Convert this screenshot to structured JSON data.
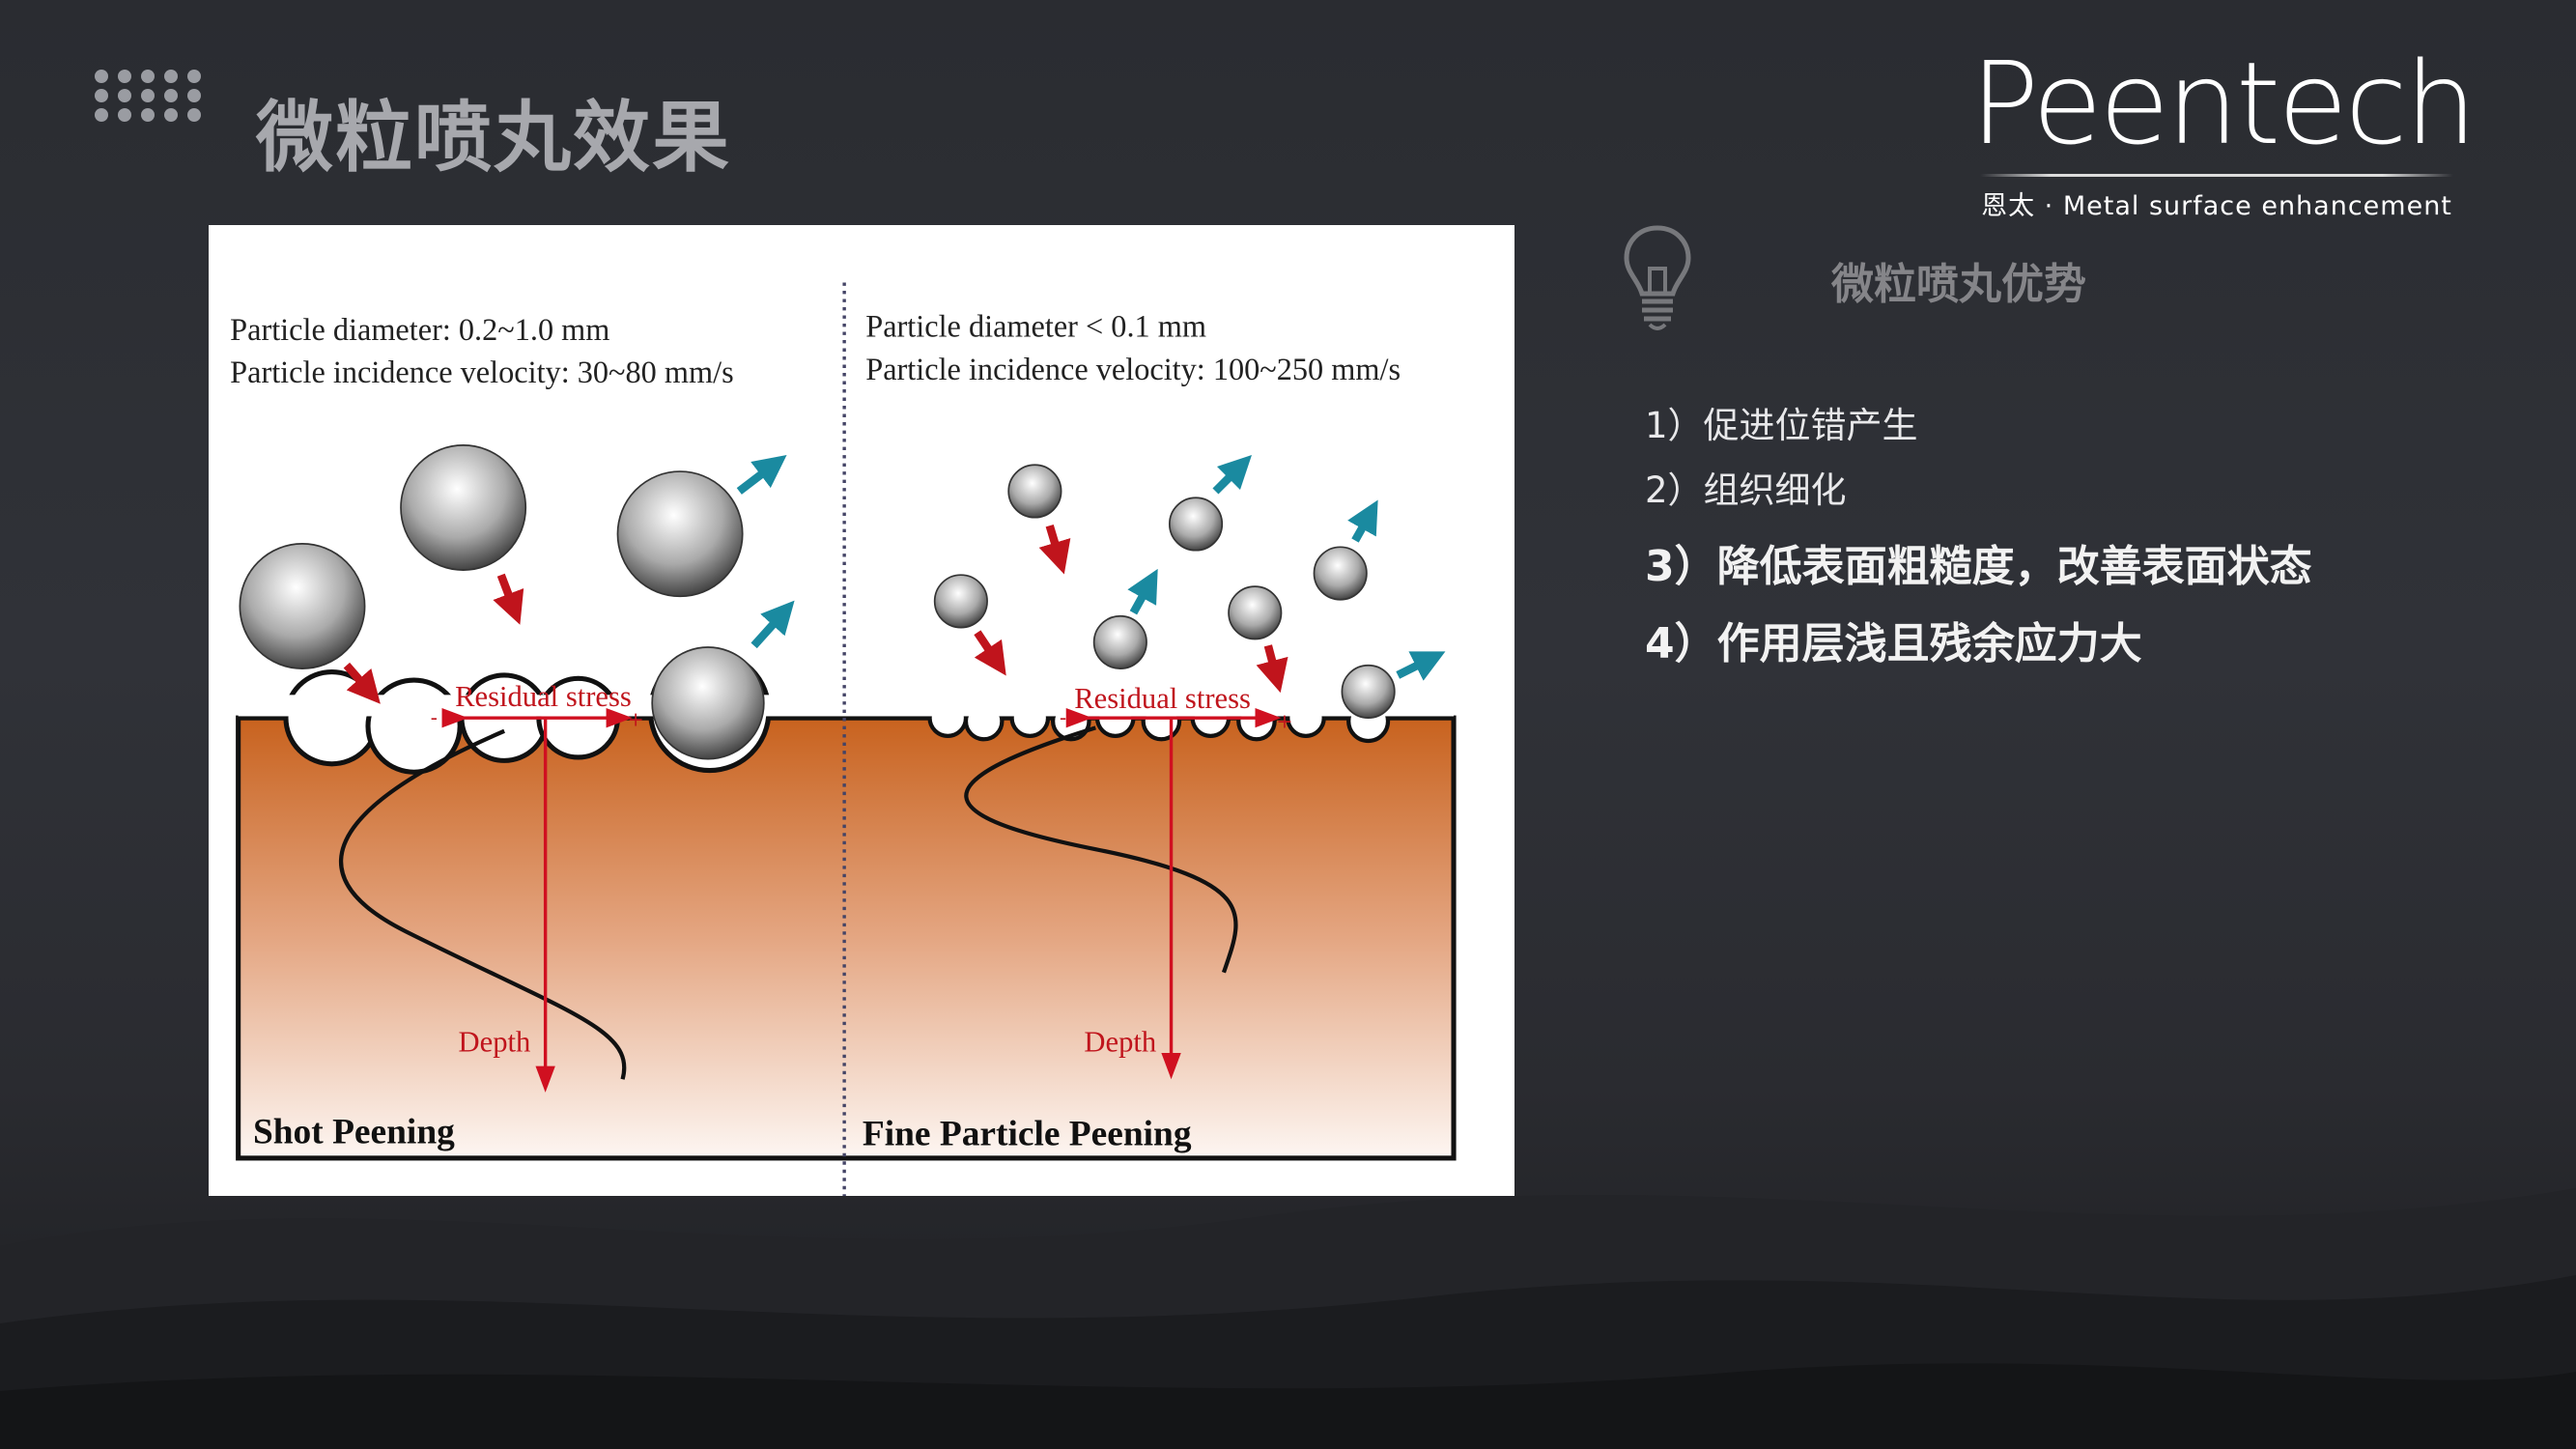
{
  "header": {
    "title": "微粒喷丸效果",
    "dots_icon": "dot-grid-icon"
  },
  "logo": {
    "brand": "Peentech",
    "subtitle": "恩太 · Metal surface enhancement"
  },
  "figure": {
    "left": {
      "line1": "Particle diameter: 0.2~1.0 mm",
      "line2": "Particle incidence  velocity:  30~80 mm/s",
      "stress": "Residual stress",
      "depth": "Depth",
      "caption": "Shot Peening",
      "minus": "-",
      "plus": "+"
    },
    "right": {
      "line1": "Particle diameter  < 0.1 mm",
      "line2": "Particle incidence  velocity:  100~250 mm/s",
      "stress": "Residual stress",
      "depth": "Depth",
      "caption": "Fine Particle Peening",
      "minus": "-",
      "plus": "+"
    },
    "colors": {
      "incoming": "#c0141c",
      "rebound": "#1a8aa0",
      "surface": "#c8621e"
    }
  },
  "advantages": {
    "heading": "微粒喷丸优势",
    "icon": "lightbulb-icon",
    "items": [
      "1）促进位错产生",
      "2）组织细化",
      "3）降低表面粗糙度，改善表面状态",
      "4）作用层浅且残余应力大"
    ]
  }
}
